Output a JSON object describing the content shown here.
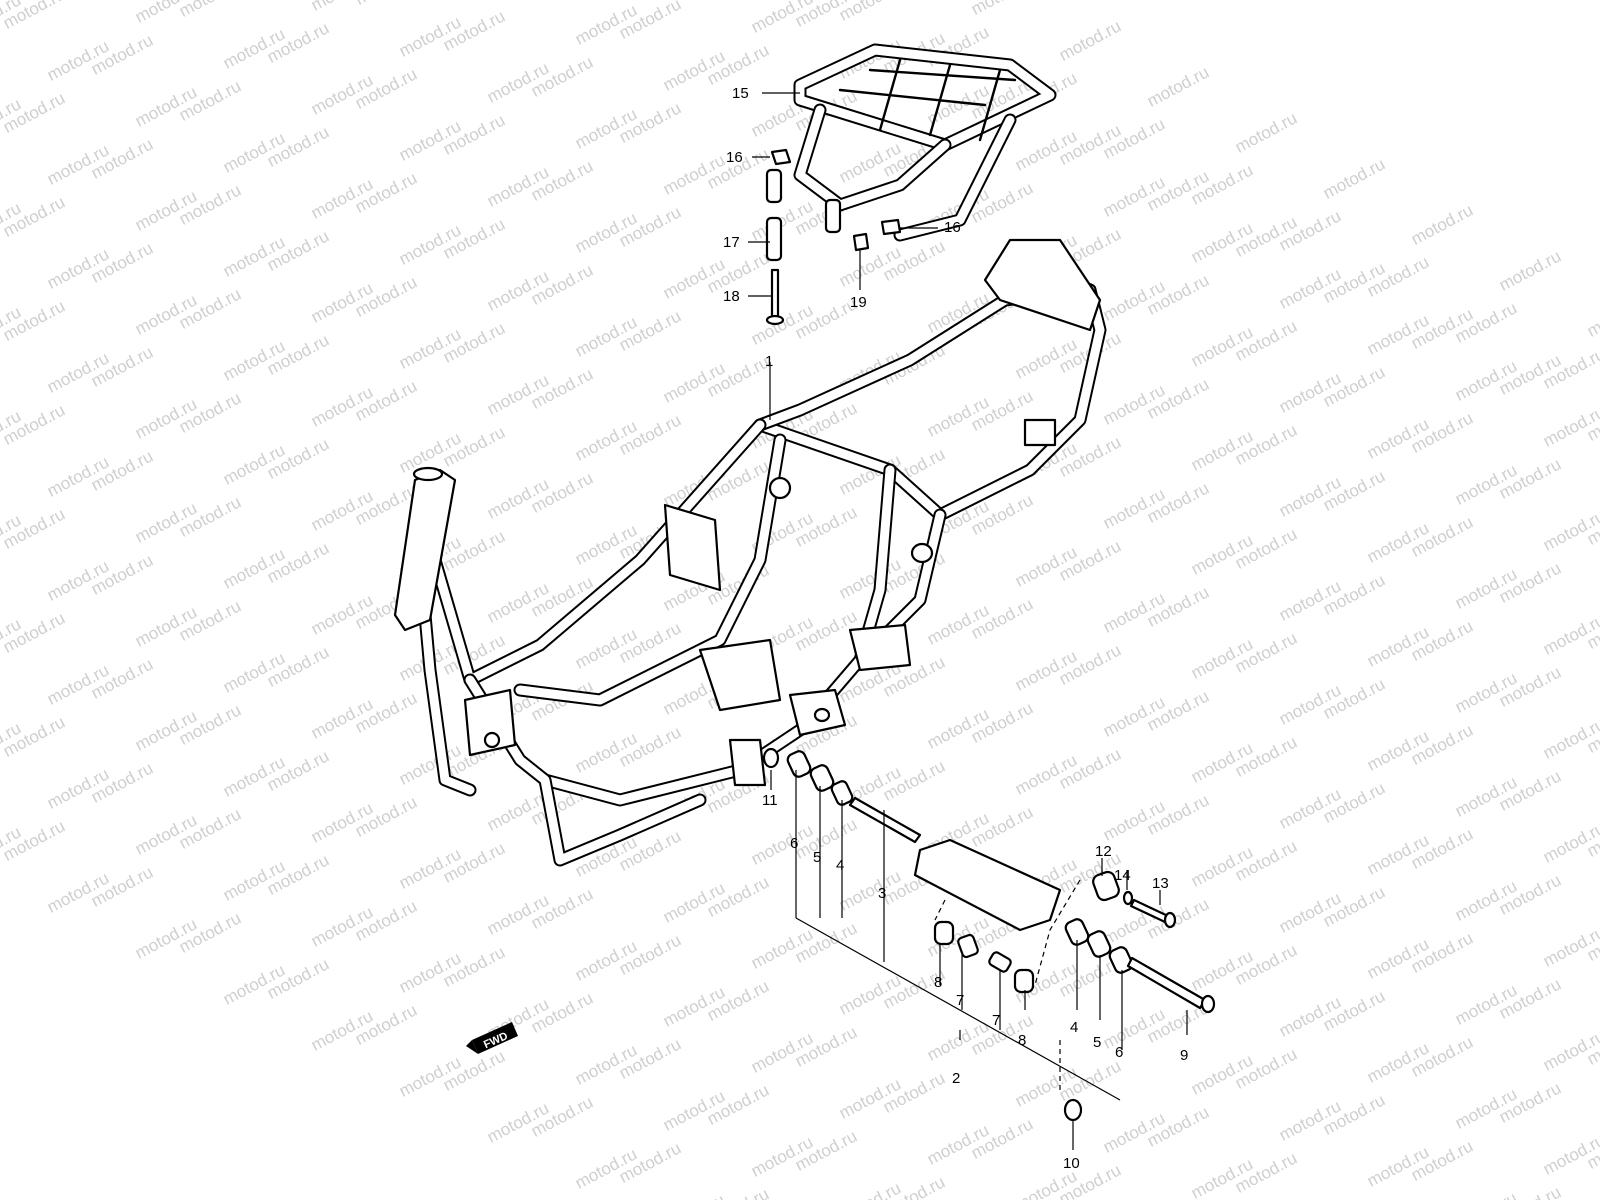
{
  "watermark": "motod.ru",
  "badge": "FWD",
  "callouts": [
    {
      "id": "c1",
      "label": "1"
    },
    {
      "id": "c2",
      "label": "2"
    },
    {
      "id": "c3",
      "label": "3"
    },
    {
      "id": "c4a",
      "label": "4"
    },
    {
      "id": "c4b",
      "label": "4"
    },
    {
      "id": "c5a",
      "label": "5"
    },
    {
      "id": "c5b",
      "label": "5"
    },
    {
      "id": "c6a",
      "label": "6"
    },
    {
      "id": "c6b",
      "label": "6"
    },
    {
      "id": "c7a",
      "label": "7"
    },
    {
      "id": "c7b",
      "label": "7"
    },
    {
      "id": "c8a",
      "label": "8"
    },
    {
      "id": "c8b",
      "label": "8"
    },
    {
      "id": "c9",
      "label": "9"
    },
    {
      "id": "c10",
      "label": "10"
    },
    {
      "id": "c11",
      "label": "11"
    },
    {
      "id": "c12",
      "label": "12"
    },
    {
      "id": "c13",
      "label": "13"
    },
    {
      "id": "c14",
      "label": "14"
    },
    {
      "id": "c15",
      "label": "15"
    },
    {
      "id": "c16a",
      "label": "16"
    },
    {
      "id": "c16b",
      "label": "16"
    },
    {
      "id": "c17",
      "label": "17"
    },
    {
      "id": "c18",
      "label": "18"
    },
    {
      "id": "c19",
      "label": "19"
    }
  ]
}
